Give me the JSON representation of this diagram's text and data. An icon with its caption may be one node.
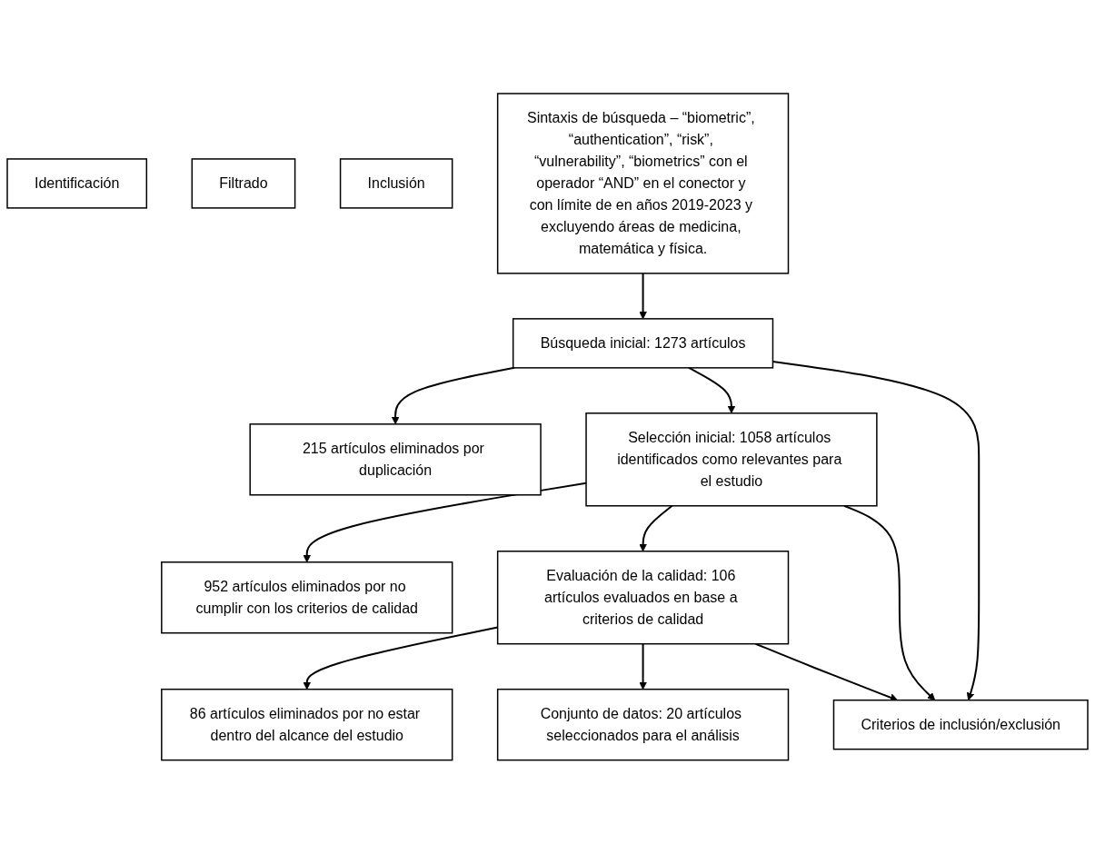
{
  "diagram": {
    "nodes": [
      {
        "text": [
          "Identificación"
        ]
      },
      {
        "text": [
          "Filtrado"
        ]
      },
      {
        "text": [
          "Inclusión"
        ]
      },
      {
        "text": [
          "Sintaxis de búsqueda – “biometric”, “authentication”, “risk”, “vulnerability”, “biometrics” con el operador “AND” en el conector y con límite de en años 2019-2023 y excluyendo áreas de medicina, matemática y física."
        ]
      },
      {
        "text": [
          "Búsqueda inicial: 1273 artículos"
        ]
      },
      {
        "text": [
          "215 artículos eliminados por duplicación"
        ]
      },
      {
        "text": [
          "Selección inicial: 1058 artículos identificados como relevantes para el estudio"
        ]
      },
      {
        "text": [
          "952 artículos eliminados por no cumplir con los criterios de calidad"
        ]
      },
      {
        "text": [
          "Evaluación de la calidad: 106 artículos evaluados en base a criterios de calidad"
        ]
      },
      {
        "text": [
          "86 artículos eliminados por no estar dentro del alcance del estudio"
        ]
      },
      {
        "text": [
          "Conjunto de datos: 20 artículos seleccionados para el análisis"
        ]
      },
      {
        "text": [
          "Criterios de inclusión/exclusión"
        ]
      }
    ],
    "edges": [
      {
        "from": 3,
        "to": 4,
        "arrow": "to"
      },
      {
        "from": 4,
        "to": 5,
        "arrow": "to"
      },
      {
        "from": 4,
        "to": 6,
        "arrow": "to"
      },
      {
        "from": 4,
        "to": 11,
        "arrow": "to"
      },
      {
        "from": 6,
        "to": 7,
        "arrow": "to"
      },
      {
        "from": 6,
        "to": 8,
        "arrow": "to"
      },
      {
        "from": 6,
        "to": 11,
        "arrow": "to"
      },
      {
        "from": 8,
        "to": 9,
        "arrow": "to"
      },
      {
        "from": 8,
        "to": 10,
        "arrow": "to"
      },
      {
        "from": 8,
        "to": 11,
        "arrow": "to"
      }
    ]
  }
}
